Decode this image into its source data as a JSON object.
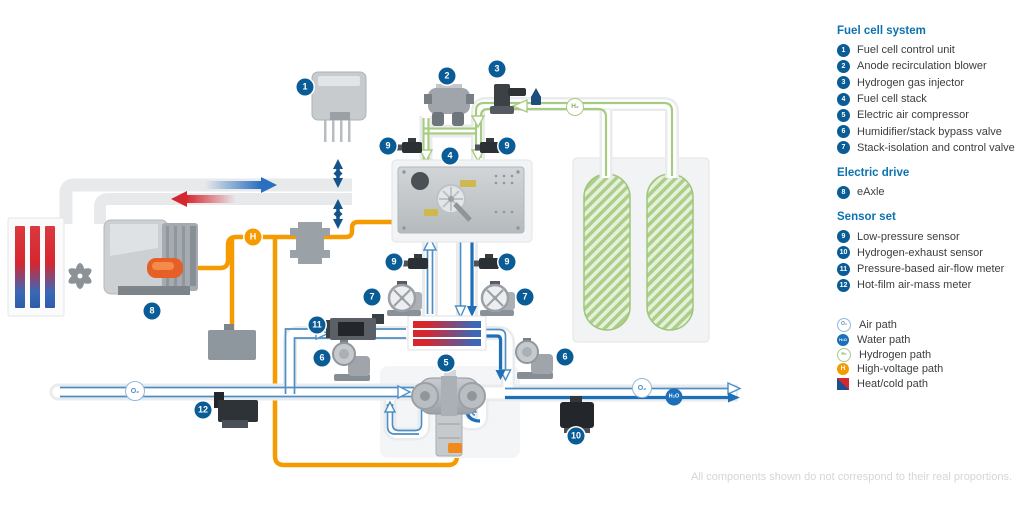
{
  "legend": {
    "sections": [
      {
        "heading": "Fuel cell system",
        "items": [
          {
            "num": "1",
            "label": "Fuel cell control unit"
          },
          {
            "num": "2",
            "label": "Anode recirculation blower"
          },
          {
            "num": "3",
            "label": "Hydrogen gas injector"
          },
          {
            "num": "4",
            "label": "Fuel cell stack"
          },
          {
            "num": "5",
            "label": "Electric air compressor"
          },
          {
            "num": "6",
            "label": "Humidifier/stack bypass valve"
          },
          {
            "num": "7",
            "label": "Stack-isolation and control valve"
          }
        ]
      },
      {
        "heading": "Electric drive",
        "items": [
          {
            "num": "8",
            "label": "eAxle"
          }
        ]
      },
      {
        "heading": "Sensor set",
        "items": [
          {
            "num": "9",
            "label": "Low-pressure sensor"
          },
          {
            "num": "10",
            "label": "Hydrogen-exhaust sensor"
          },
          {
            "num": "11",
            "label": "Pressure-based air-flow meter"
          },
          {
            "num": "12",
            "label": "Hot-film air-mass meter"
          }
        ]
      }
    ],
    "paths": [
      {
        "symbol": "O₂",
        "label": "Air path"
      },
      {
        "symbol": "H₂O",
        "label": "Water path"
      },
      {
        "symbol": "H₂",
        "label": "Hydrogen path"
      },
      {
        "symbol": "H",
        "label": "High-voltage path"
      },
      {
        "symbol": "",
        "label": "Heat/cold path"
      }
    ]
  },
  "diagram": {
    "badges": {
      "n1": "1",
      "n2": "2",
      "n3": "3",
      "n4": "4",
      "n5": "5",
      "n6": "6",
      "n7": "7",
      "n8": "8",
      "n9": "9",
      "n10": "10",
      "n11": "11",
      "n12": "12"
    },
    "chips": {
      "o2": "O₂",
      "h2o": "H₂O",
      "h2": "H₂",
      "h": "H"
    }
  },
  "colors": {
    "badge_blue": "#0a5c96",
    "heading_blue": "#0c72b0",
    "air_blue": "#4d8fc4",
    "water_blue": "#1d6fb8",
    "hydrogen_green": "#a6cc82",
    "high_voltage_orange": "#f59b00",
    "heat_red": "#d6262e",
    "cold_blue": "#2e5cab"
  },
  "footnote": "All components shown do not correspond to their real proportions."
}
